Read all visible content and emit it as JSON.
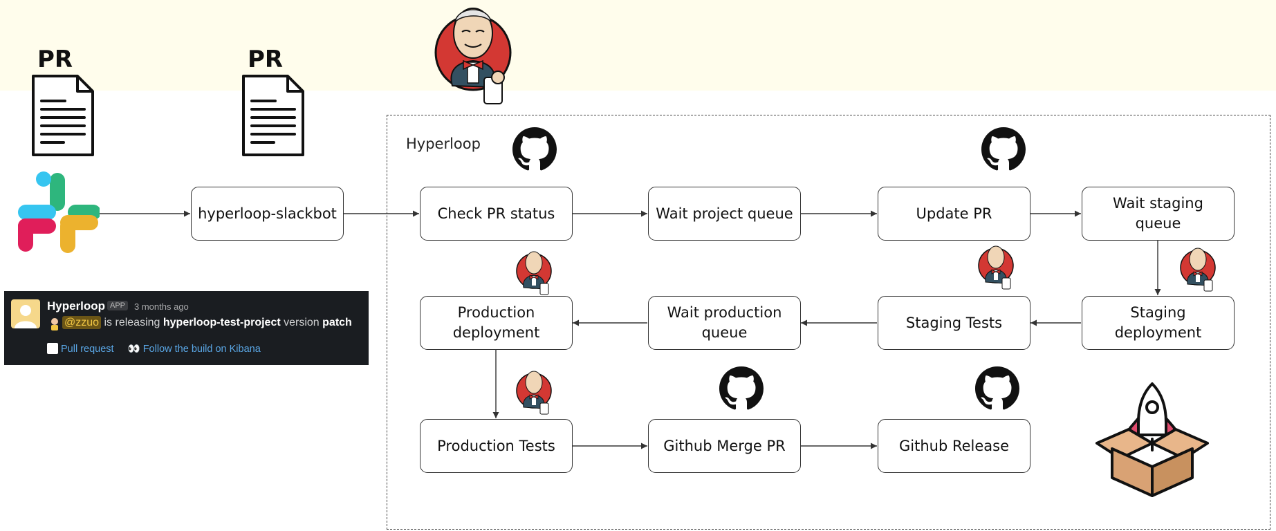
{
  "container_label": "Hyperloop",
  "pr_labels": [
    "PR",
    "PR"
  ],
  "nodes": {
    "slackbot": "hyperloop-slackbot",
    "check_pr": "Check PR status",
    "wait_project": "Wait project queue",
    "update_pr": "Update PR",
    "wait_staging": "Wait staging queue",
    "prod_deploy_1": "Production",
    "prod_deploy_2": "deployment",
    "wait_prod_1": "Wait production",
    "wait_prod_2": "queue",
    "staging_tests": "Staging Tests",
    "staging_deploy": "Staging deployment",
    "prod_tests": "Production Tests",
    "gh_merge": "Github Merge PR",
    "gh_release": "Github Release"
  },
  "slack": {
    "name": "Hyperloop",
    "badge": "APP",
    "time": "3 months ago",
    "mention": "@zzuo",
    "text1": " is releasing ",
    "project": "hyperloop-test-project",
    "text2": " version ",
    "version": "patch",
    "link1": "Pull request",
    "link2": "Follow the build on Kibana"
  },
  "icons": [
    "document-icon",
    "slack-icon",
    "jenkins-icon",
    "github-icon",
    "rocket-box-icon"
  ],
  "colors": {
    "top_band": "#fffdec",
    "jenkins_red": "#d33833",
    "slack_bg": "#1a1d21"
  }
}
